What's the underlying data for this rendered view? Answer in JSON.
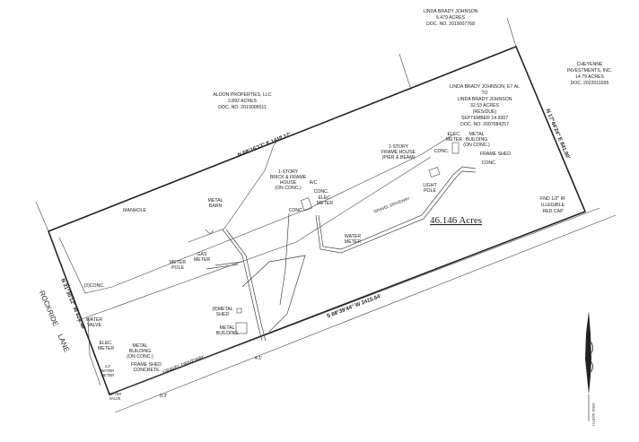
{
  "adjoiners": {
    "north_johnson": [
      "LINDA BRADY JOHNSON",
      "5.479 ACRES",
      "DOC. NO. 2019007768"
    ],
    "cheyenne": [
      "CHEYENNE",
      "INVESTMENTS, INC.",
      "14.79 ACRES",
      "DOC. 2022011695"
    ],
    "aldon": [
      "ALDON PROPERTIES, LLC",
      "2.892 ACRES",
      "DOC. NO. 2019006511"
    ],
    "residue": [
      "LINDA BRADY JOHNSON, ET AL",
      "TO",
      "LINDA BRADY JOHNSON",
      "32.53 ACRES",
      "(RESIDUE)",
      "SEPTEMBER 14 2007",
      "DOC. NO. 2007084257"
    ]
  },
  "tract_area": "46.146 Acres",
  "bearings": {
    "north": "N 68°16'13\" E   1412.17'",
    "east": "N 17°44'24\" E   841.00'",
    "south": "S 68°39'44\" W   2415.64'",
    "west": "N 21°30'12\" W   624.48'"
  },
  "road": [
    "ROCKRIDE",
    "LANE"
  ],
  "monument": [
    "FND 1/2\" IR",
    "ILLEGIBLE",
    "RED CAP"
  ],
  "features": {
    "metal_barn": [
      "METAL",
      "BARN"
    ],
    "brick_house": [
      "1-STORY",
      "BRICK & FRAME",
      "HOUSE",
      "(ON CONC.)"
    ],
    "ac": "A/C",
    "conc1": "CONC.",
    "elec_meter1": [
      "ELEC.",
      "METER"
    ],
    "conc2": "CONC.",
    "frame_house": [
      "1-STORY",
      "FRAME HOUSE",
      "(PIER & BEAM)"
    ],
    "elec_meter2": [
      "ELEC.",
      "METER"
    ],
    "metal_building1": [
      "METAL",
      "BUILDING",
      "(ON CONC.)"
    ],
    "conc3": "CONC.",
    "frame_shed1": "FRAME SHED",
    "conc4": "CONC.",
    "light_pole": [
      "LIGHT",
      "POLE"
    ],
    "gravel_driveway1": "GRAVEL DRIVEWAY",
    "water_meter1": [
      "WATER",
      "METER"
    ],
    "manhole": "MANHOLE",
    "gas_meter": [
      "GAS",
      "METER"
    ],
    "meter_pole": [
      "METER",
      "POLE"
    ],
    "conc5": "(2)CONC.",
    "metal_shed": [
      "(8)METAL",
      "SHED"
    ],
    "metal_building2": [
      "METAL",
      "BUILDING"
    ],
    "water_valve1": [
      "WATER",
      "VALVE"
    ],
    "elec_meter3": [
      "ELEC.",
      "METER"
    ],
    "metal_building3": [
      "METAL",
      "BUILDING",
      "(ON CONC.)"
    ],
    "frame_shed2": [
      "FRAME SHED",
      "CONCRETE"
    ],
    "water_meter2": [
      "4.2'",
      "WATER",
      "METER"
    ],
    "water_valve2": [
      "WATER",
      "VALVE"
    ],
    "gravel_driveway2": "GRAVEL DRIVEWAY",
    "offset1": "4.1'",
    "offset2": "0.3'"
  },
  "north_arrow_label": "GRID NORTH"
}
